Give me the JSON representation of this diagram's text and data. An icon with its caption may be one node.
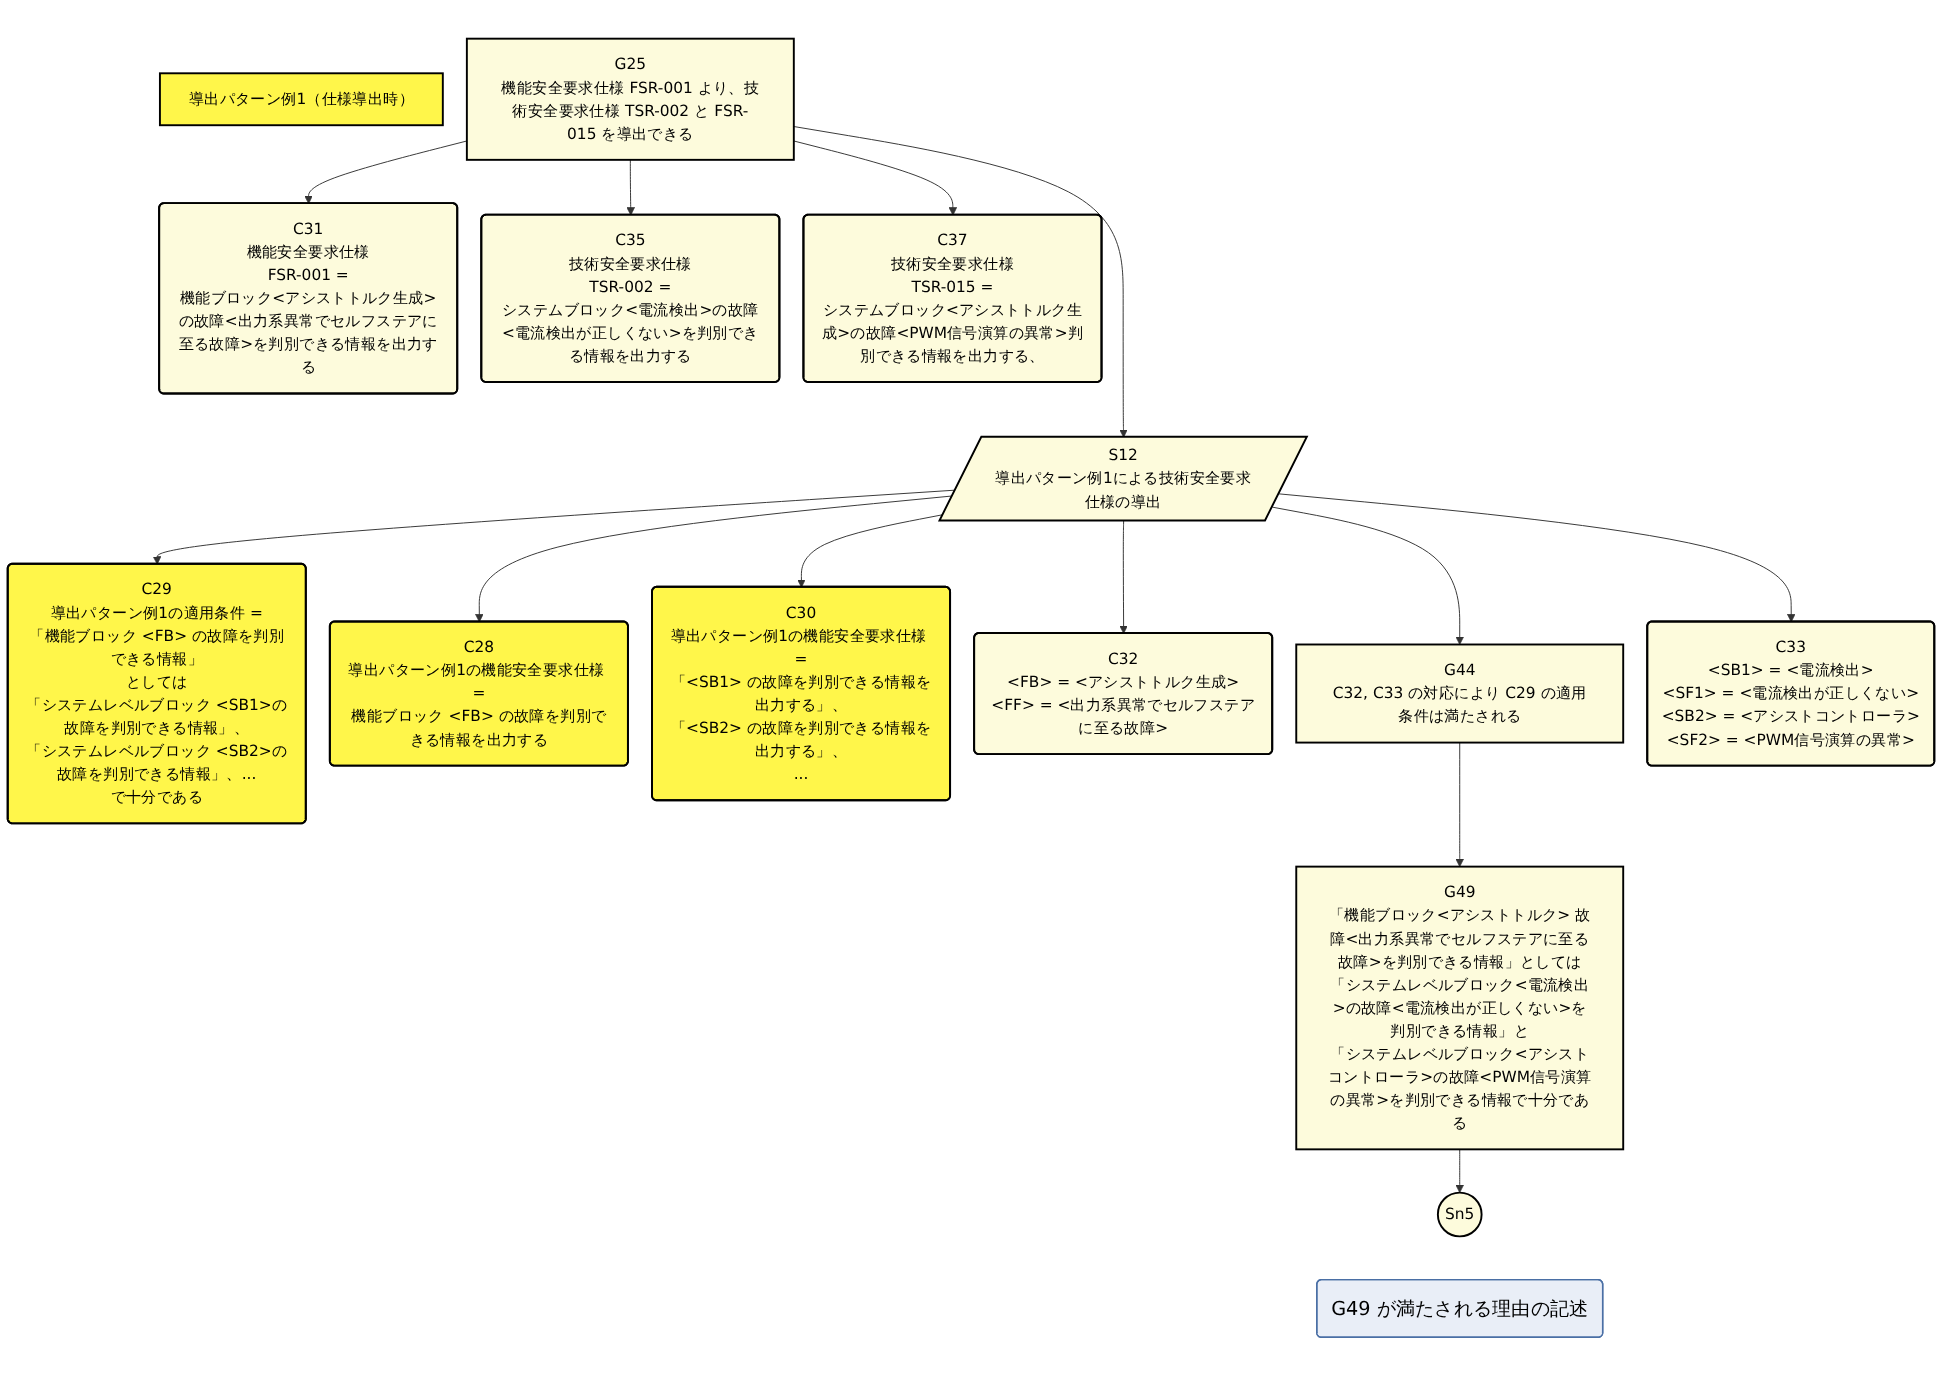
{
  "diagram": {
    "nodes": [
      {
        "text": [
          "導出パターン例1（仕様導出時）"
        ]
      },
      {
        "text": [
          "C31",
          "機能安全要求仕様",
          "FSR-001 =",
          "機能ブロック<アシストトルク生成>の故障<出力系異常でセルフステアに至る故障>を判別できる情報を出力する"
        ]
      },
      {
        "text": [
          "G25",
          "機能安全要求仕様 FSR-001 より、技術安全要求仕様 TSR-002 と FSR-015 を導出できる"
        ]
      },
      {
        "text": [
          "C35",
          "技術安全要求仕様",
          "TSR-002 =",
          "システムブロック<電流検出>の故障<電流検出が正しくない>を判別できる情報を出力する"
        ]
      },
      {
        "text": [
          "C37",
          "技術安全要求仕様",
          "TSR-015 =",
          "システムブロック<アシストトルク生成>の故障<PWM信号演算の異常>判別できる情報を出力する、"
        ]
      },
      {
        "text": [
          "C29",
          "導出パターン例1の適用条件 =",
          "「機能ブロック <FB> の故障を判別できる情報」",
          "としては",
          "「システムレベルブロック <SB1>の故障を判別できる情報」、",
          "「システムレベルブロック <SB2>の故障を判別できる情報」、...",
          "で十分である"
        ]
      },
      {
        "text": [
          "C28",
          "導出パターン例1の機能安全要求仕様 =",
          "機能ブロック <FB> の故障を判別できる情報を出力する"
        ]
      },
      {
        "text": [
          "C30",
          "導出パターン例1の機能安全要求仕様 =",
          "「<SB1> の故障を判別できる情報を出力する」、",
          "「<SB2> の故障を判別できる情報を出力する」、",
          "..."
        ]
      },
      {
        "text": [
          "S12",
          "導出パターン例1による技術安全要求仕様の導出"
        ]
      },
      {
        "text": [
          "C32",
          "<FB> = <アシストトルク生成>",
          "<FF> = <出力系異常でセルフステアに至る故障>"
        ]
      },
      {
        "text": [
          "G44",
          "C32, C33 の対応により C29 の適用条件は満たされる"
        ]
      },
      {
        "text": [
          "C33",
          "<SB1> = <電流検出>",
          "<SF1> = <電流検出が正しくない>",
          "<SB2> = <アシストコントローラ>",
          "<SF2> = <PWM信号演算の異常>"
        ]
      },
      {
        "text": [
          "G49",
          "「機能ブロック<アシストトルク> 故障<出力系異常でセルフステアに至る故障>を判別できる情報」としては",
          "「システムレベルブロック<電流検出>の故障<電流検出が正しくない>を判別できる情報」と",
          "「システムレベルブロック<アシストコントローラ>の故障<PWM信号演算の異常>を判別できる情報で十分である"
        ]
      },
      {
        "text": [
          "Sn5"
        ]
      },
      {
        "text": [
          "G49 が満たされる理由の記述"
        ]
      }
    ],
    "edges": [
      {
        "from": 2,
        "to": 1,
        "arrow": "to"
      },
      {
        "from": 2,
        "to": 3,
        "arrow": "to"
      },
      {
        "from": 2,
        "to": 4,
        "arrow": "to"
      },
      {
        "from": 2,
        "to": 8,
        "arrow": "to"
      },
      {
        "from": 8,
        "to": 6,
        "arrow": "to"
      },
      {
        "from": 8,
        "to": 5,
        "arrow": "to"
      },
      {
        "from": 8,
        "to": 7,
        "arrow": "to"
      },
      {
        "from": 8,
        "to": 9,
        "arrow": "to"
      },
      {
        "from": 8,
        "to": 10,
        "arrow": "to"
      },
      {
        "from": 8,
        "to": 11,
        "arrow": "to"
      },
      {
        "from": 10,
        "to": 12,
        "arrow": "to"
      },
      {
        "from": 12,
        "to": 13,
        "arrow": "to"
      }
    ]
  }
}
